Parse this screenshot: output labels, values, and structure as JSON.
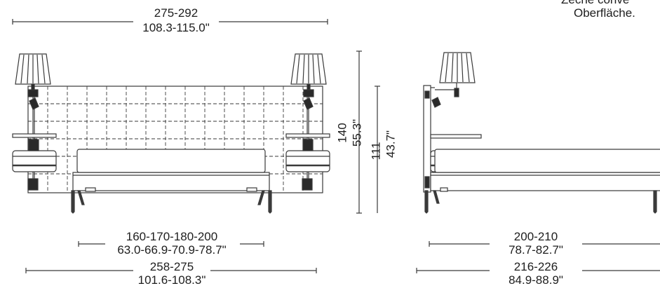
{
  "corner_text": {
    "line1": "Zeche conve",
    "line2": "Oberfläche."
  },
  "front_view": {
    "overall_width": {
      "cm": "275-292",
      "inch": "108.3-115.0\""
    },
    "mattress_width": {
      "cm": "160-170-180-200",
      "inch": "63.0-66.9-70.9-78.7\""
    },
    "frame_width": {
      "cm": "258-275",
      "inch": "101.6-108.3\""
    },
    "headboard_height": {
      "cm": "140",
      "inch": "55.3\""
    },
    "bed_height": {
      "cm": "111",
      "inch": "43.7\""
    }
  },
  "side_view": {
    "mattress_length": {
      "cm": "200-210",
      "inch": "78.7-82.7\""
    },
    "frame_length": {
      "cm": "216-226",
      "inch": "84.9-88.9\""
    }
  },
  "colors": {
    "line": "#3a3a3a",
    "lamp_dark": "#2a2a2a",
    "fill": "#ffffff"
  }
}
